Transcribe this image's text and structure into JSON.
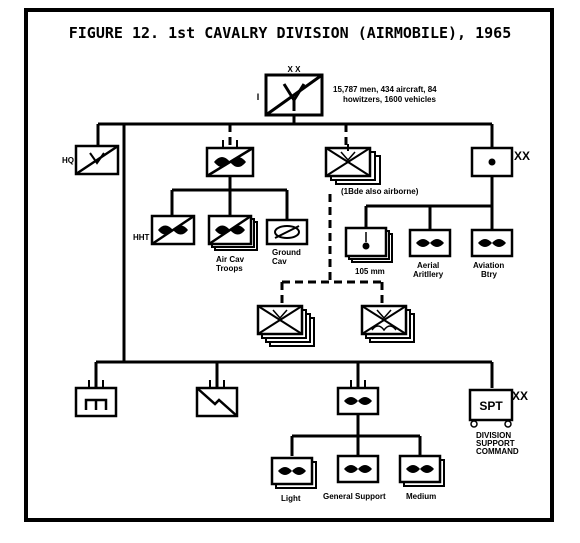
{
  "figure": {
    "title": "FIGURE 12.  1st CAVALRY DIVISION (AIRMOBILE), 1965"
  },
  "division": {
    "echelon_left": "I",
    "echelon_top": "X X",
    "note_line1": "15,787 men, 434 aircraft, 84",
    "note_line2": "howitzers, 1600 vehicles"
  },
  "labels": {
    "hq": "HQ",
    "artillery_echelon": "XX",
    "bde_note": "(1Bde also airborne)",
    "hht": "HHT",
    "air_cav_troops_1": "Air Cav",
    "air_cav_troops_2": "Troops",
    "ground_cav_1": "Ground",
    "ground_cav_2": "Cav",
    "howitzer": "105 mm",
    "aerial_artillery_1": "Aerial",
    "aerial_artillery_2": "Aritllery",
    "aviation_btry_1": "Aviation",
    "aviation_btry_2": "Btry",
    "support_echelon": "XX",
    "spt": "SPT",
    "disco_1": "DIVISION",
    "disco_2": "SUPPORT",
    "disco_3": "COMMAND",
    "light": "Light",
    "general_support": "General Support",
    "medium": "Medium"
  }
}
